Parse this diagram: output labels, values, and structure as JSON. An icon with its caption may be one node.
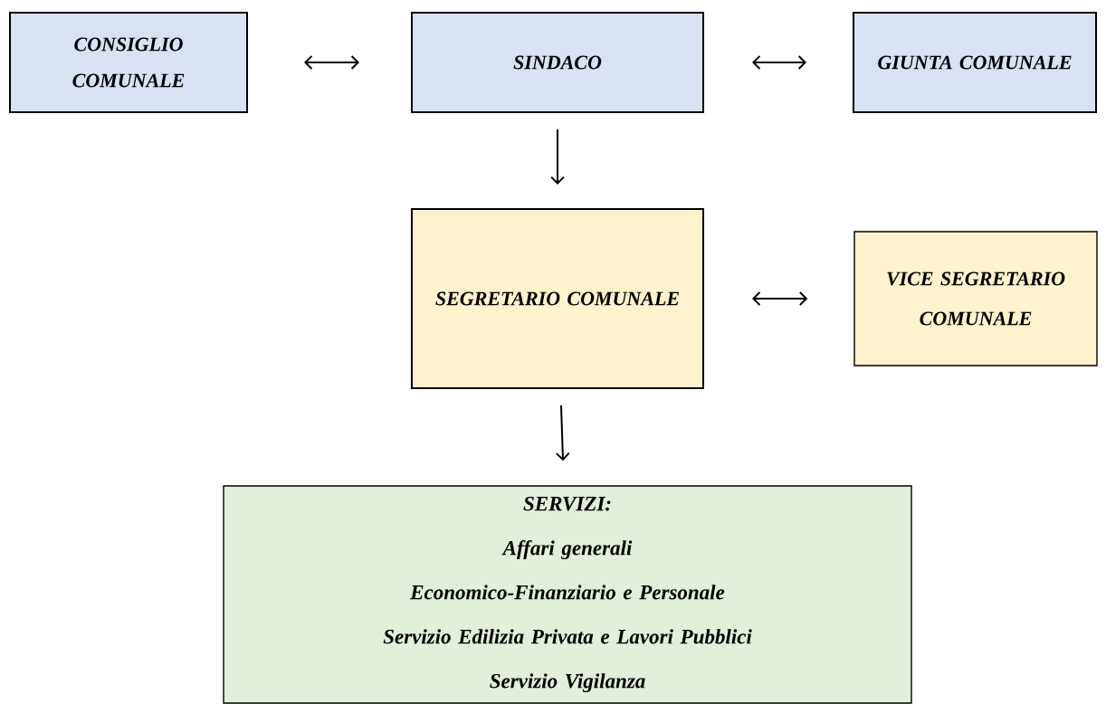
{
  "diagram": {
    "nodes": [
      {
        "text": [
          "CONSIGLIO COMUNALE"
        ]
      },
      {
        "text": [
          "SINDACO"
        ]
      },
      {
        "text": [
          "GIUNTA COMUNALE"
        ]
      },
      {
        "text": [
          "SEGRETARIO COMUNALE"
        ]
      },
      {
        "text": [
          "VICE SEGRETARIO COMUNALE"
        ]
      },
      {
        "text": [
          "SERVIZI:",
          "Affari generali",
          "Economico-Finanziario e Personale",
          "Servizio Edilizia Privata e Lavori Pubblici",
          "Servizio Vigilanza"
        ]
      }
    ],
    "edges": [
      {
        "from": 0,
        "to": 1,
        "arrow": "both"
      },
      {
        "from": 1,
        "to": 2,
        "arrow": "both"
      },
      {
        "from": 1,
        "to": 3,
        "arrow": "to"
      },
      {
        "from": 3,
        "to": 4,
        "arrow": "both"
      },
      {
        "from": 3,
        "to": 5,
        "arrow": "to"
      }
    ]
  }
}
